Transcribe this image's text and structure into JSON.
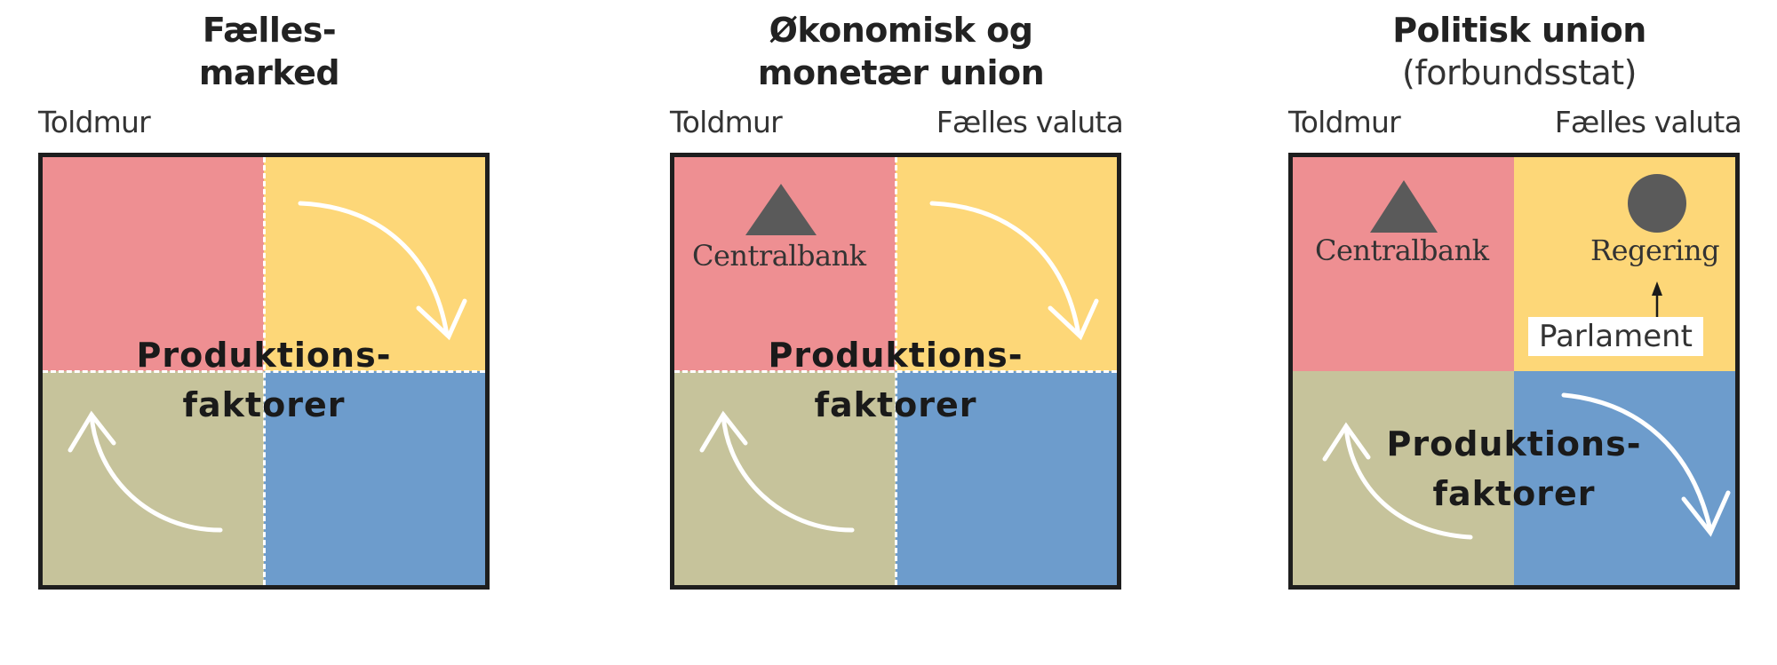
{
  "colors": {
    "red_quadrant": "#ee8f92",
    "yellow_quadrant": "#fdd778",
    "olive_quadrant": "#c6c39b",
    "blue_quadrant": "#6d9ccc",
    "border": "#1e1e1e",
    "symbol": "#5a5a5a",
    "arrow": "#ffffff"
  },
  "panels": [
    {
      "title_line1": "Fælles-",
      "title_line2": "marked",
      "label_left": "Toldmur",
      "center_line1": "Produktions-",
      "center_line2": "faktorer"
    },
    {
      "title_line1": "Økonomisk og",
      "title_line2": "monetær union",
      "label_left": "Toldmur",
      "label_right": "Fælles valuta",
      "centralbank": "Centralbank",
      "center_line1": "Produktions-",
      "center_line2": "faktorer"
    },
    {
      "title_line1": "Politisk union",
      "title_line2": "(forbundsstat)",
      "label_left": "Toldmur",
      "label_right": "Fælles valuta",
      "centralbank": "Centralbank",
      "regering": "Regering",
      "parlament": "Parlament",
      "center_line1": "Produktions-",
      "center_line2": "faktorer"
    }
  ]
}
